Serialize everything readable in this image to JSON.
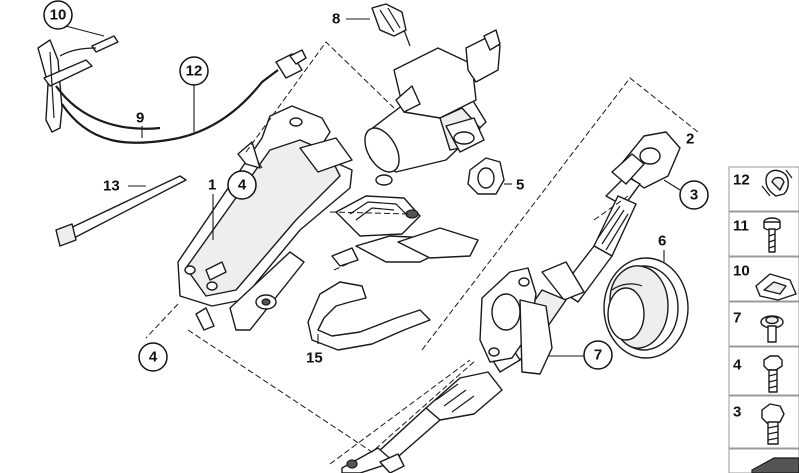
{
  "callouts": {
    "c10": "10",
    "c12": "12",
    "c4a": "4",
    "c4b": "4",
    "c3": "3",
    "c7": "7"
  },
  "labels": {
    "l8": "8",
    "l9": "9",
    "l13": "13",
    "l1": "1",
    "l2": "2",
    "l5": "5",
    "l6": "6",
    "l15": "15"
  },
  "side_panel": {
    "items": [
      "12",
      "11",
      "10",
      "7",
      "4",
      "3"
    ]
  }
}
